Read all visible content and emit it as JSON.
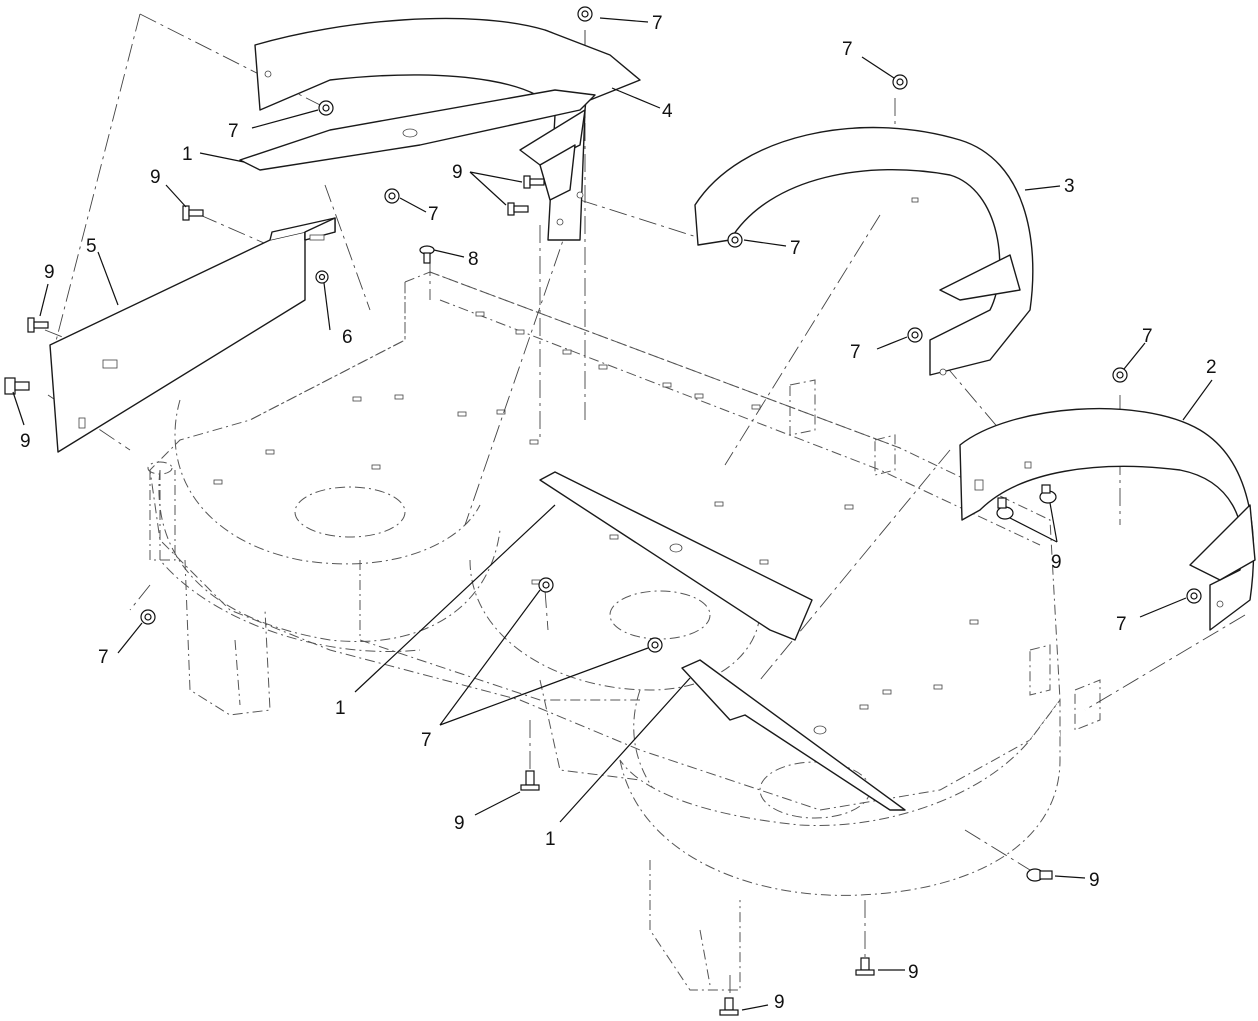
{
  "diagram": {
    "title": "",
    "callouts": [
      {
        "id": "c-7a",
        "text": "7"
      },
      {
        "id": "c-7b",
        "text": "7"
      },
      {
        "id": "c-4",
        "text": "4"
      },
      {
        "id": "c-1a",
        "text": "1"
      },
      {
        "id": "c-9a",
        "text": "9"
      },
      {
        "id": "c-9b",
        "text": "9"
      },
      {
        "id": "c-7c",
        "text": "7"
      },
      {
        "id": "c-8",
        "text": "8"
      },
      {
        "id": "c-5",
        "text": "5"
      },
      {
        "id": "c-9c",
        "text": "9"
      },
      {
        "id": "c-6",
        "text": "6"
      },
      {
        "id": "c-9d",
        "text": "9"
      },
      {
        "id": "c-7d",
        "text": "7"
      },
      {
        "id": "c-3",
        "text": "3"
      },
      {
        "id": "c-7e",
        "text": "7"
      },
      {
        "id": "c-7f",
        "text": "7"
      },
      {
        "id": "c-7g",
        "text": "7"
      },
      {
        "id": "c-2",
        "text": "2"
      },
      {
        "id": "c-9e",
        "text": "9"
      },
      {
        "id": "c-7h",
        "text": "7"
      },
      {
        "id": "c-7i",
        "text": "7"
      },
      {
        "id": "c-1b",
        "text": "1"
      },
      {
        "id": "c-7j",
        "text": "7"
      },
      {
        "id": "c-9f",
        "text": "9"
      },
      {
        "id": "c-1c",
        "text": "1"
      },
      {
        "id": "c-9g",
        "text": "9"
      },
      {
        "id": "c-9h",
        "text": "9"
      },
      {
        "id": "c-9i",
        "text": "9"
      }
    ]
  }
}
